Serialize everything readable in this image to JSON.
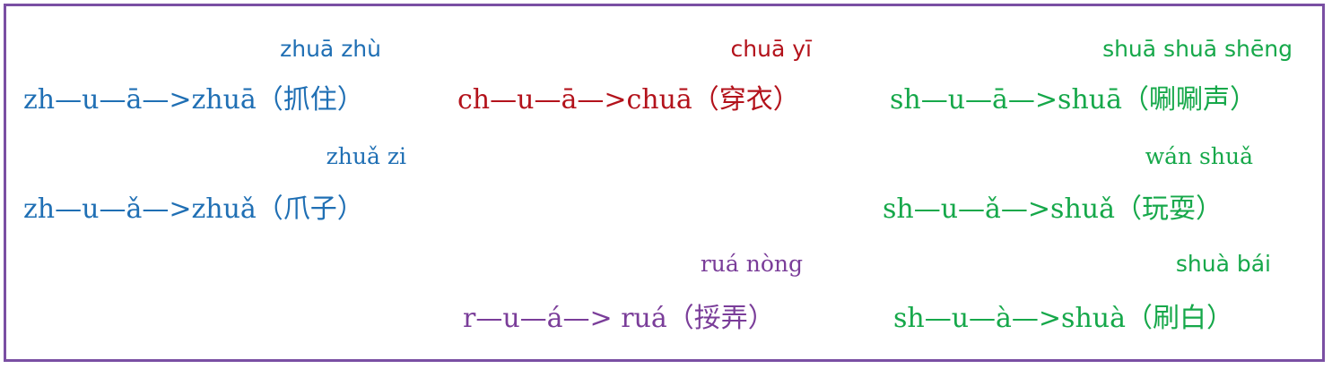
{
  "colors": {
    "border": "#7a4fa3",
    "blue": "#1f6fb4",
    "red": "#b3121b",
    "green": "#16a84a",
    "purple": "#7a3d99"
  },
  "col1": {
    "row1": {
      "pinyin": "zhuā zhù",
      "formula": "zh—u—ā—>zhuā（抓住）"
    },
    "row2": {
      "pinyin": "zhuǎ zi",
      "formula": "zh—u—ǎ—>zhuǎ（爪子）"
    }
  },
  "col2": {
    "row1": {
      "pinyin": "chuā yī",
      "formula": "ch—u—ā—>chuā（穿衣）"
    },
    "row3": {
      "pinyin": "ruá nòng",
      "formula": "r—u—á—> ruá（挼弄）"
    }
  },
  "col3": {
    "row1": {
      "pinyin": "shuā shuā shēng",
      "formula": "sh—u—ā—>shuā（唰唰声）"
    },
    "row2": {
      "pinyin": "wán shuǎ",
      "formula": "sh—u—ǎ—>shuǎ（玩耍）"
    },
    "row3": {
      "pinyin": "shuà bái",
      "formula": "sh—u—à—>shuà（刷白）"
    }
  }
}
